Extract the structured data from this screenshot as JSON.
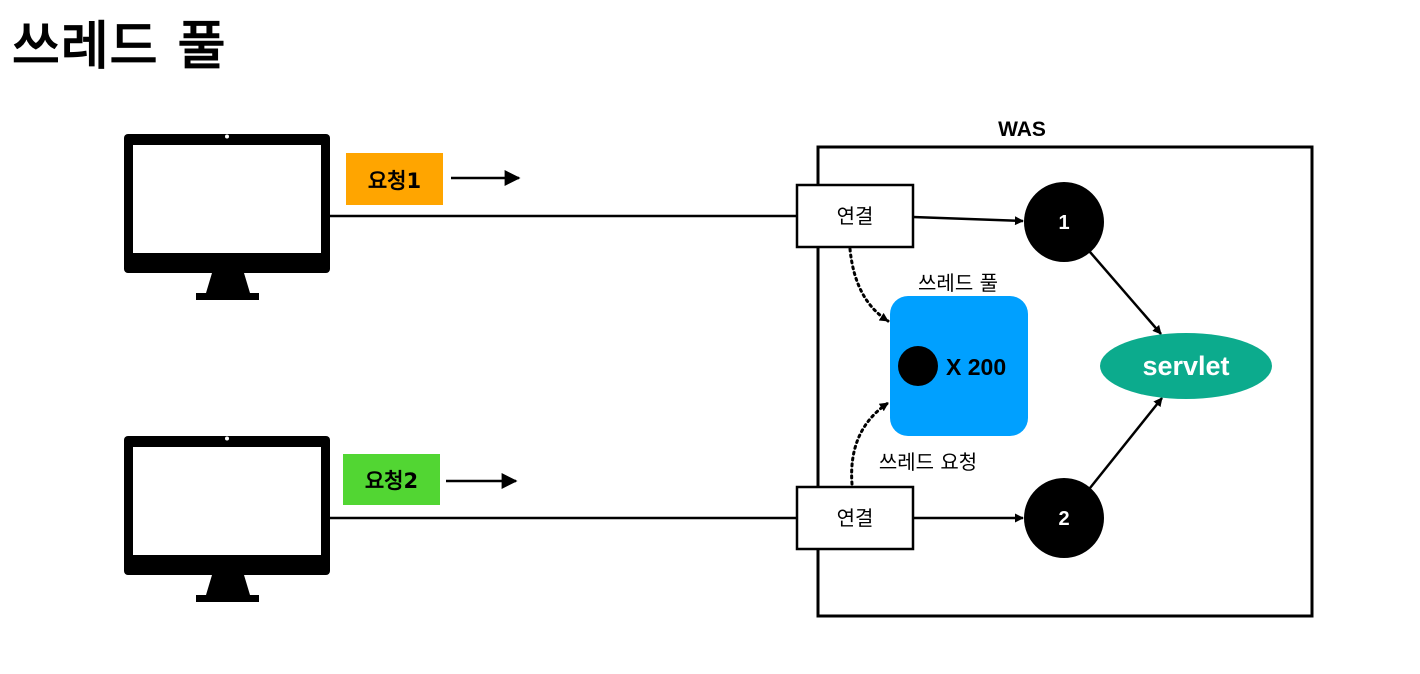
{
  "title": "쓰레드 풀",
  "was": {
    "label": "WAS"
  },
  "requests": [
    {
      "label": "요청1",
      "color": "#FFA500"
    },
    {
      "label": "요청2",
      "color": "#52D633"
    }
  ],
  "connections": [
    {
      "label": "연결"
    },
    {
      "label": "연결"
    }
  ],
  "threads": [
    {
      "label": "1"
    },
    {
      "label": "2"
    }
  ],
  "thread_pool": {
    "title": "쓰레드 풀",
    "count_label": "X 200",
    "request_label": "쓰레드 요청",
    "color": "#00A0FF"
  },
  "servlet": {
    "label": "servlet",
    "color": "#0CAB8D"
  }
}
